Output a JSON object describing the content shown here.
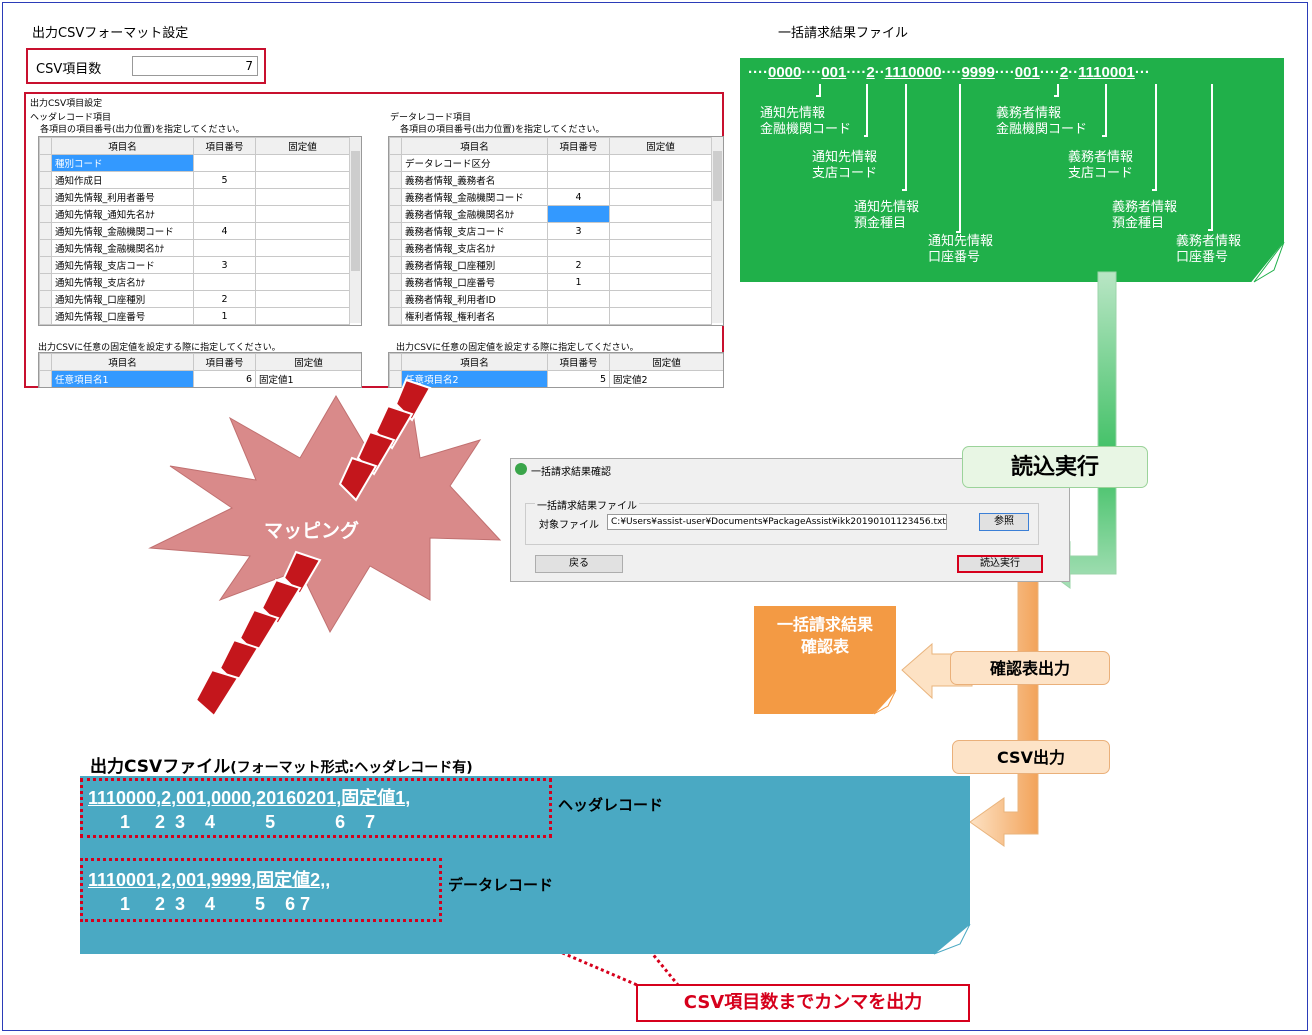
{
  "format_settings": {
    "title": "出力CSVフォーマット設定",
    "csv_count_label": "CSV項目数",
    "csv_count_value": "7",
    "group_label": "出力CSV項目設定",
    "header_section": {
      "label": "ヘッダレコード項目",
      "instruction": "各項目の項目番号(出力位置)を指定してください。",
      "columns": [
        "項目名",
        "項目番号",
        "固定値"
      ],
      "rows": [
        {
          "name": "種別コード",
          "num": "",
          "fixed": ""
        },
        {
          "name": "通知作成日",
          "num": "5",
          "fixed": ""
        },
        {
          "name": "通知先情報_利用者番号",
          "num": "",
          "fixed": ""
        },
        {
          "name": "通知先情報_通知先名ｶﾅ",
          "num": "",
          "fixed": ""
        },
        {
          "name": "通知先情報_金融機関コード",
          "num": "4",
          "fixed": ""
        },
        {
          "name": "通知先情報_金融機関名ｶﾅ",
          "num": "",
          "fixed": ""
        },
        {
          "name": "通知先情報_支店コード",
          "num": "3",
          "fixed": ""
        },
        {
          "name": "通知先情報_支店名ｶﾅ",
          "num": "",
          "fixed": ""
        },
        {
          "name": "通知先情報_口座種別",
          "num": "2",
          "fixed": ""
        },
        {
          "name": "通知先情報_口座番号",
          "num": "1",
          "fixed": ""
        }
      ]
    },
    "data_section": {
      "label": "データレコード項目",
      "instruction": "各項目の項目番号(出力位置)を指定してください。",
      "columns": [
        "項目名",
        "項目番号",
        "固定値"
      ],
      "rows": [
        {
          "name": "データレコード区分",
          "num": "",
          "fixed": ""
        },
        {
          "name": "義務者情報_義務者名",
          "num": "",
          "fixed": ""
        },
        {
          "name": "義務者情報_金融機関コード",
          "num": "4",
          "fixed": ""
        },
        {
          "name": "義務者情報_金融機関名ｶﾅ",
          "num": "",
          "fixed": ""
        },
        {
          "name": "義務者情報_支店コード",
          "num": "3",
          "fixed": ""
        },
        {
          "name": "義務者情報_支店名ｶﾅ",
          "num": "",
          "fixed": ""
        },
        {
          "name": "義務者情報_口座種別",
          "num": "2",
          "fixed": ""
        },
        {
          "name": "義務者情報_口座番号",
          "num": "1",
          "fixed": ""
        },
        {
          "name": "義務者情報_利用者ID",
          "num": "",
          "fixed": ""
        },
        {
          "name": "権利者情報_権利者名",
          "num": "",
          "fixed": ""
        }
      ]
    },
    "fixed_header": {
      "instruction": "出力CSVに任意の固定値を設定する際に指定してください。",
      "columns": [
        "項目名",
        "項目番号",
        "固定値"
      ],
      "row": {
        "name": "任意項目名1",
        "num": "6",
        "fixed": "固定値1"
      }
    },
    "fixed_data": {
      "instruction": "出力CSVに任意の固定値を設定する際に指定してください。",
      "columns": [
        "項目名",
        "項目番号",
        "固定値"
      ],
      "row": {
        "name": "任意項目名2",
        "num": "5",
        "fixed": "固定値2"
      }
    }
  },
  "result_file": {
    "title": "一括請求結果ファイル",
    "data_line": {
      "p1": "····",
      "s1": "0000",
      "p2": "····",
      "s2": "001",
      "p3": "····",
      "s3": "2",
      "p4": "··",
      "s4": "1110000",
      "p5": "····",
      "s5": "9999",
      "p6": "····",
      "s6": "001",
      "p7": "····",
      "s7": "2",
      "p8": "··",
      "s8": "1110001",
      "p9": "···"
    },
    "labels": [
      {
        "l1": "通知先情報",
        "l2": "金融機関コード"
      },
      {
        "l1": "通知先情報",
        "l2": "支店コード"
      },
      {
        "l1": "通知先情報",
        "l2": "預金種目"
      },
      {
        "l1": "通知先情報",
        "l2": "口座番号"
      },
      {
        "l1": "義務者情報",
        "l2": "金融機関コード"
      },
      {
        "l1": "義務者情報",
        "l2": "支店コード"
      },
      {
        "l1": "義務者情報",
        "l2": "預金種目"
      },
      {
        "l1": "義務者情報",
        "l2": "口座番号"
      }
    ]
  },
  "dialog": {
    "title": "一括請求結果確認",
    "group_label": "一括請求結果ファイル",
    "file_label": "対象ファイル",
    "file_path": "C:¥Users¥assist-user¥Documents¥PackageAssist¥ikk20190101123456.txt",
    "browse_button": "参照",
    "back_button": "戻る",
    "run_button": "読込実行"
  },
  "callouts": {
    "read_exec": "読込実行",
    "mapping": "マッピング",
    "confirm_output": "確認表出力",
    "csv_output": "CSV出力",
    "confirm_doc_l1": "一括請求結果",
    "confirm_doc_l2": "確認表",
    "comma_note": "CSV項目数までカンマを出力"
  },
  "csv_file": {
    "title_main": "出力CSVファイル",
    "title_sub": "(フォーマット形式:ヘッダレコード有)",
    "header_line": "1110000,2,001,0000,20160201,固定値1,",
    "header_nums": "1     2  3    4          5            6    7",
    "header_label": "ヘッダレコード",
    "data_line": "1110001,2,001,9999,固定値2,,",
    "data_nums": "1     2  3    4        5    6 7",
    "data_label": "データレコード"
  },
  "colors": {
    "green": "#20b04a",
    "teal": "#4aa9c3",
    "orange": "#f39a44",
    "red": "#d6001c"
  }
}
